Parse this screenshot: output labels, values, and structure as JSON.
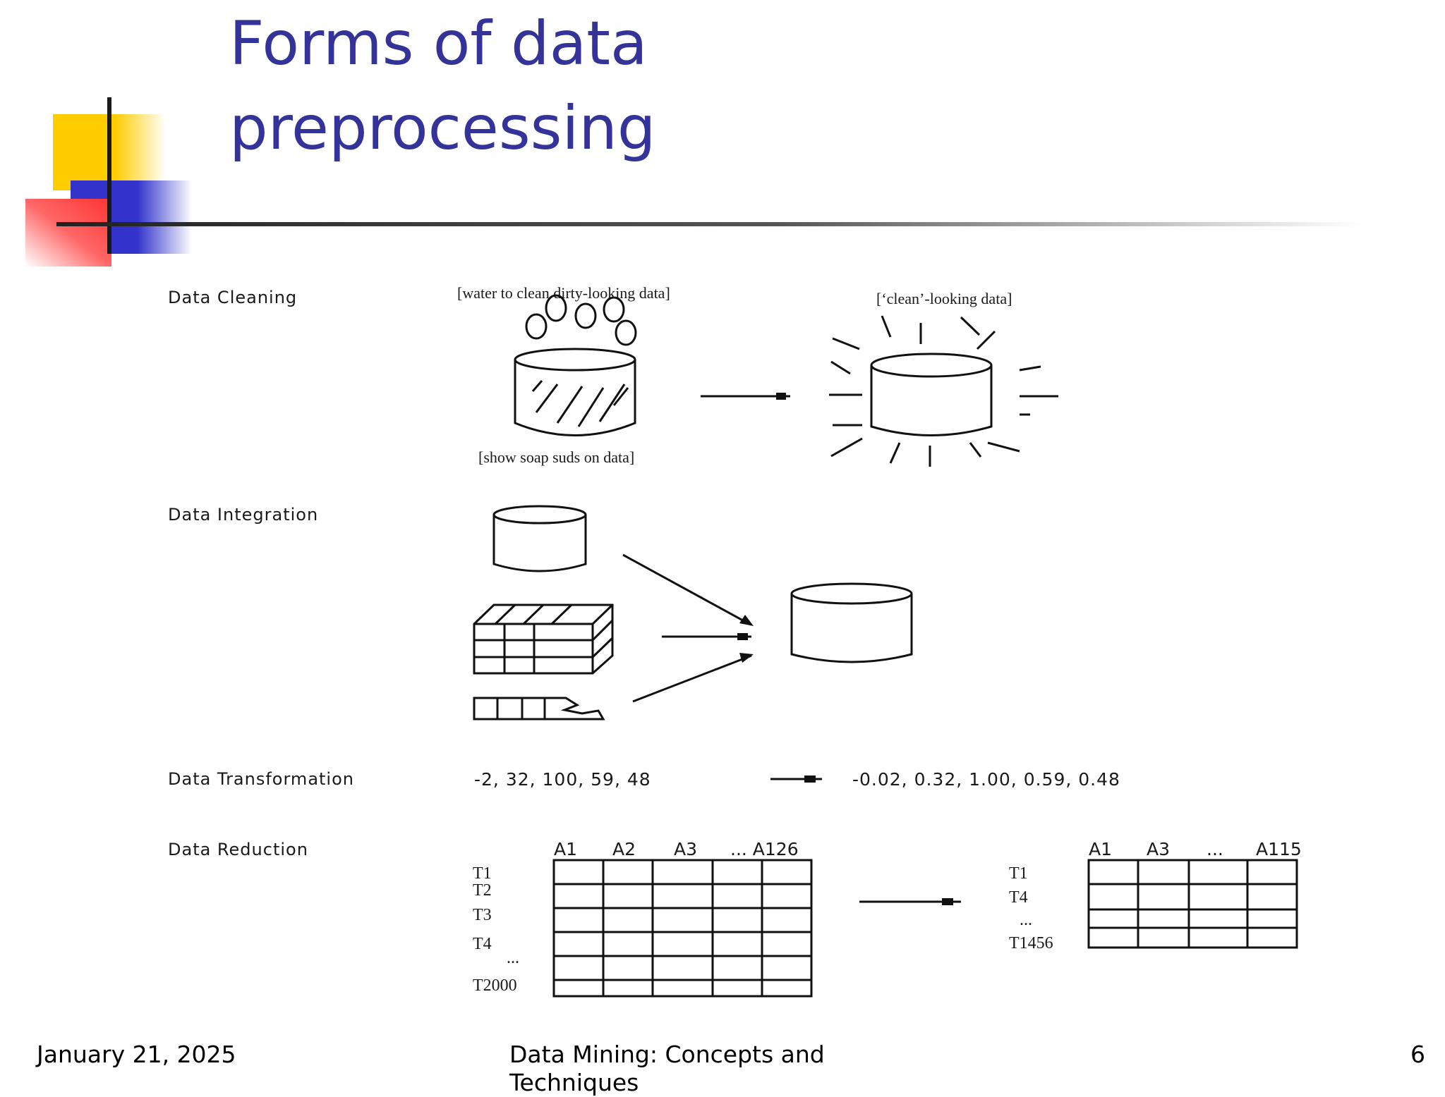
{
  "slide": {
    "title_line1": "Forms of data",
    "title_line2": "preprocessing"
  },
  "diagram": {
    "sections": {
      "cleaning": "Data Cleaning",
      "integration": "Data Integration",
      "transformation": "Data Transformation",
      "reduction": "Data Reduction"
    },
    "cleaning": {
      "caption_water": "[water to clean dirty-looking data]",
      "caption_clean": "[‘clean’-looking data]",
      "caption_soap": "[show soap suds on data]"
    },
    "transformation": {
      "input_values": "-2, 32, 100, 59, 48",
      "output_values": "-0.02, 0.32, 1.00, 0.59, 0.48"
    },
    "reduction": {
      "left_columns": [
        "A1",
        "A2",
        "A3",
        "... A126"
      ],
      "left_rows": [
        "T1",
        "T2",
        "T3",
        "T4",
        "...",
        "T2000"
      ],
      "right_columns": [
        "A1",
        "A3",
        "...",
        "A115"
      ],
      "right_rows": [
        "T1",
        "T4",
        "...",
        "T1456"
      ]
    }
  },
  "footer": {
    "date": "January 21, 2025",
    "course": "Data Mining: Concepts and Techniques",
    "page": "6"
  },
  "colors": {
    "title": "#333399",
    "accent_yellow": "#ffcc00",
    "accent_blue": "#3333cc",
    "accent_red": "#ff3333"
  }
}
